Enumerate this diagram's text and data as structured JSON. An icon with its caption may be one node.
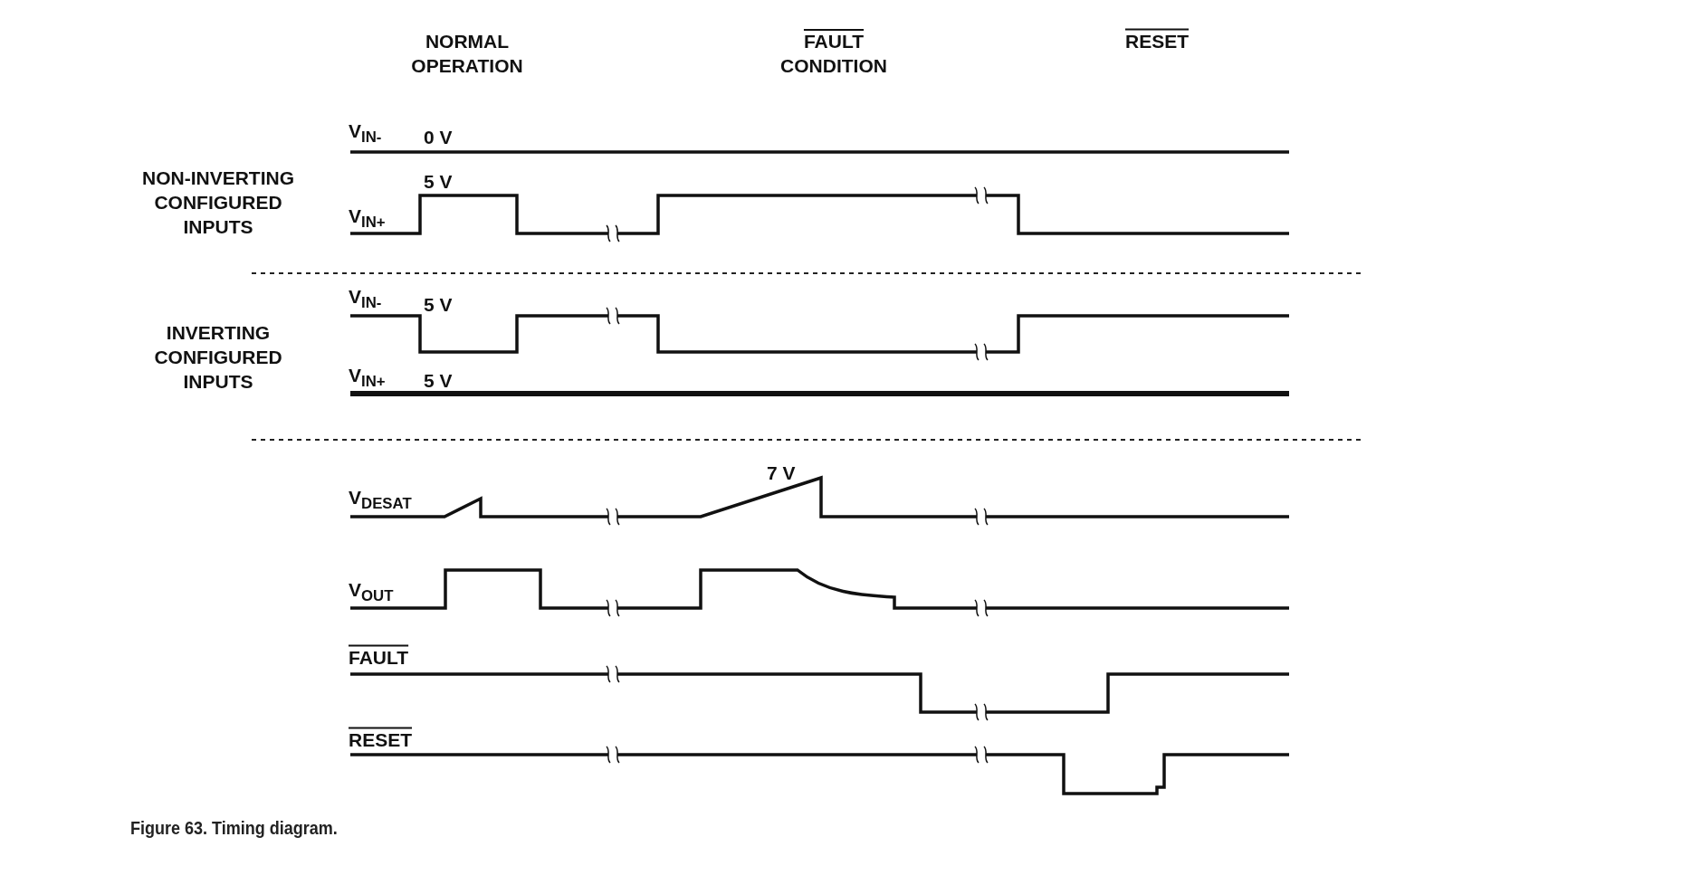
{
  "diagram": {
    "caption": "Figure 63. Timing diagram.",
    "labels": [
      "NORMAL OPERATION",
      "FAULT CONDITION",
      "RESET",
      "V$_{IN-}$",
      "0 V",
      "NON-INVERTING CONFIGURED INPUTS",
      "5 V",
      "V$_{IN+}$",
      "V$_{IN-}$",
      "5 V",
      "INVERTING CONFIGURED INPUTS",
      "V$_{IN+}$",
      "5 V",
      "7 V",
      "V$_{DESAT}$",
      "V$_{OUT}$",
      "FAULT",
      "RESET"
    ]
  }
}
